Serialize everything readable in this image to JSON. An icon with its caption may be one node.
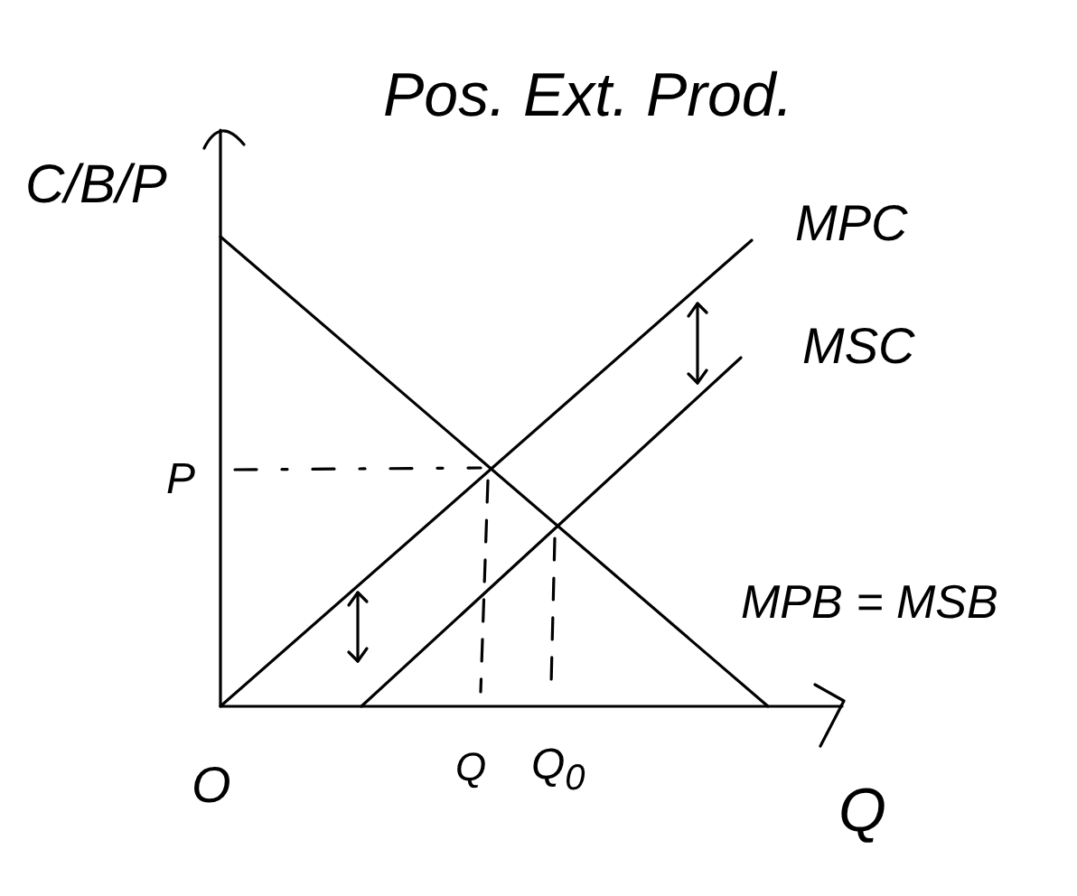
{
  "diagram": {
    "title": "Pos. Ext. Prod.",
    "labels": [
      "C/B/P",
      "MPC",
      "MSC",
      "P",
      "MPB = MSB",
      "O",
      "Q",
      "Q$_{0}$",
      "Q"
    ]
  }
}
